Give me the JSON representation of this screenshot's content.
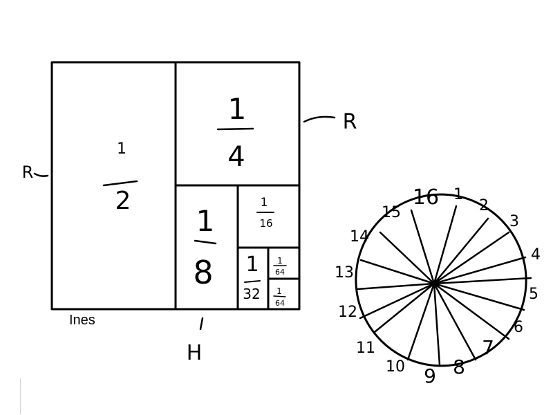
{
  "caption": "Ines",
  "side_labels": {
    "left": "R",
    "right": "R",
    "bottom": "H"
  },
  "fractions": [
    {
      "id": "half",
      "num": "1",
      "den": "2"
    },
    {
      "id": "quarter",
      "num": "1",
      "den": "4"
    },
    {
      "id": "eighth",
      "num": "1",
      "den": "8"
    },
    {
      "id": "sixteenth",
      "num": "1",
      "den": "16"
    },
    {
      "id": "thirty-second",
      "num": "1",
      "den": "32"
    },
    {
      "id": "sixty-fourth-a",
      "num": "1",
      "den": "64"
    },
    {
      "id": "sixty-fourth-b",
      "num": "1",
      "den": "64"
    }
  ],
  "circle": {
    "segments": 16,
    "numbers": [
      "1",
      "2",
      "3",
      "4",
      "5",
      "6",
      "7",
      "8",
      "9",
      "10",
      "11",
      "12",
      "13",
      "14",
      "15",
      "16"
    ]
  }
}
